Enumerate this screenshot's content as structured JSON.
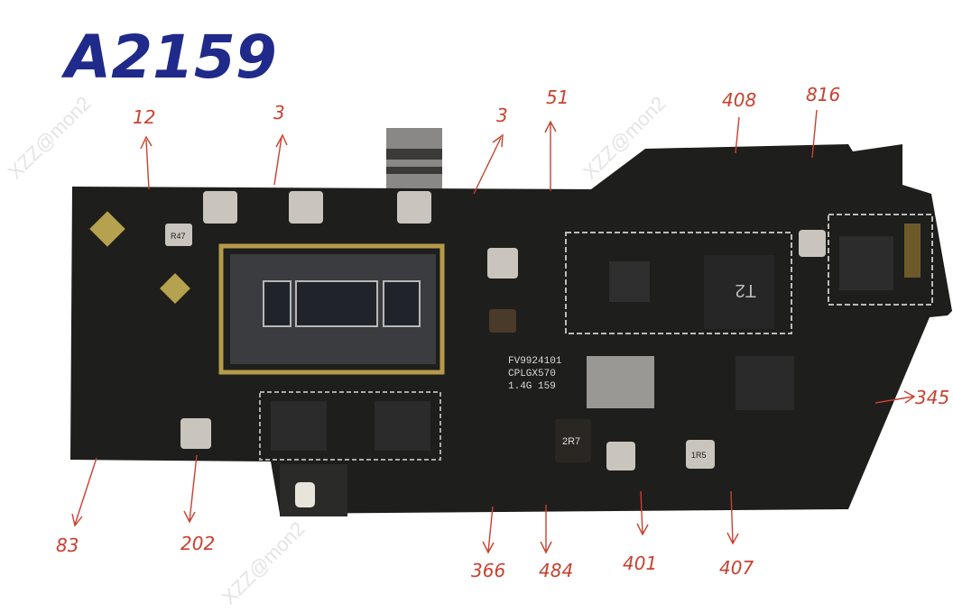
{
  "title": "A2159",
  "watermark": "XZZ@mon2",
  "board": {
    "silkscreen": [
      "FV9924101",
      "CPLGX570",
      "1.4G  159"
    ],
    "chip_label": "T2",
    "inductors": [
      "R47",
      "2R7",
      "1R5"
    ]
  },
  "annotations": {
    "top": [
      "12",
      "3",
      "3",
      "51",
      "408",
      "816"
    ],
    "right": [
      "345"
    ],
    "bottom": [
      "83",
      "202",
      "366",
      "484",
      "401",
      "407"
    ]
  },
  "colors": {
    "board": "#1e1e1c",
    "title_ink": "#1f2a8a",
    "annotation_ink": "#c8412f"
  }
}
